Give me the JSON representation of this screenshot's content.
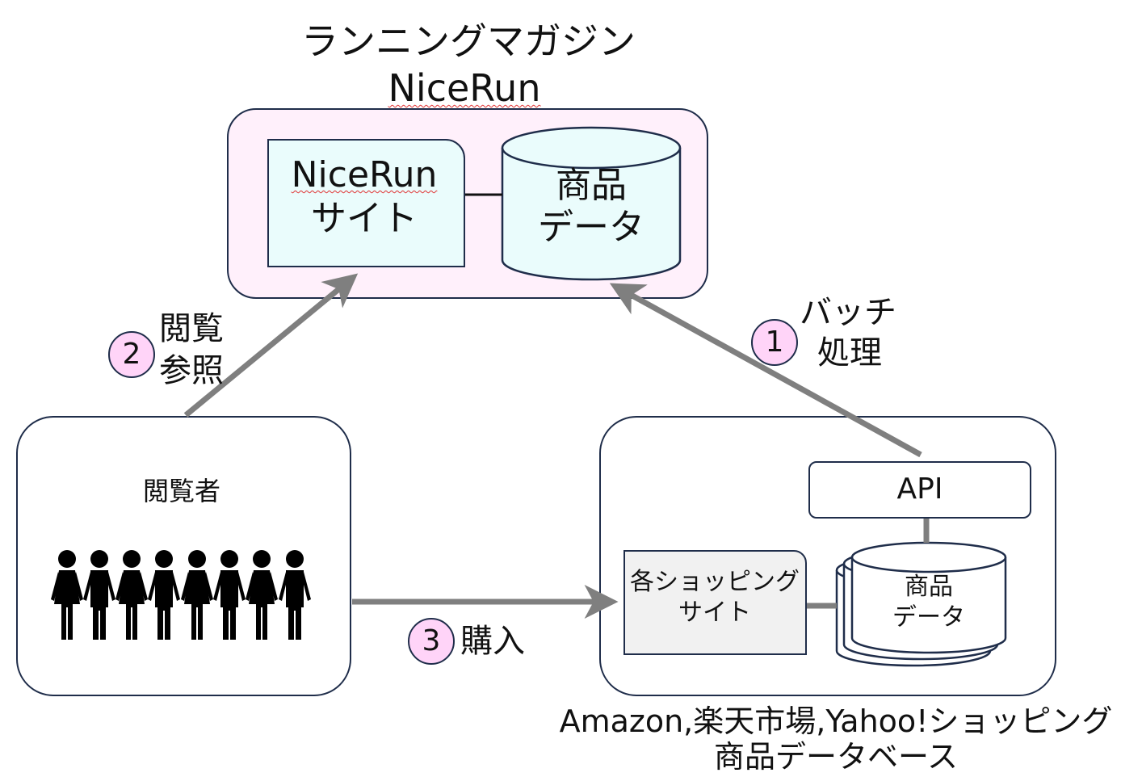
{
  "header": {
    "title_jp": "ランニングマガジン",
    "title_en": "NiceRun"
  },
  "nicerun": {
    "site_line1": "NiceRun",
    "site_line2": "サイト",
    "db_line1": "商品",
    "db_line2": "データ"
  },
  "viewer": {
    "label": "閲覧者",
    "people_icon": "people-group-icon"
  },
  "shopping": {
    "api_label": "API",
    "shops_line1": "各ショッピング",
    "shops_line2": "サイト",
    "db_line1": "商品",
    "db_line2": "データ"
  },
  "steps": {
    "step1": {
      "number": "1",
      "line1": "バッチ",
      "line2": "処理"
    },
    "step2": {
      "number": "2",
      "line1": "閲覧",
      "line2": "参照"
    },
    "step3": {
      "number": "3",
      "label": "購入"
    }
  },
  "footer": {
    "line1": "Amazon,楽天市場,Yahoo!ショッピング",
    "line2": "商品データベース"
  },
  "colors": {
    "border": "#1f2d4a",
    "arrow": "#7f7f7f",
    "nicerun_bg": "#fff0fb",
    "site_bg": "#eafcfc",
    "shops_bg": "#f1f1f1",
    "step_bg": "#ffd4f8"
  }
}
